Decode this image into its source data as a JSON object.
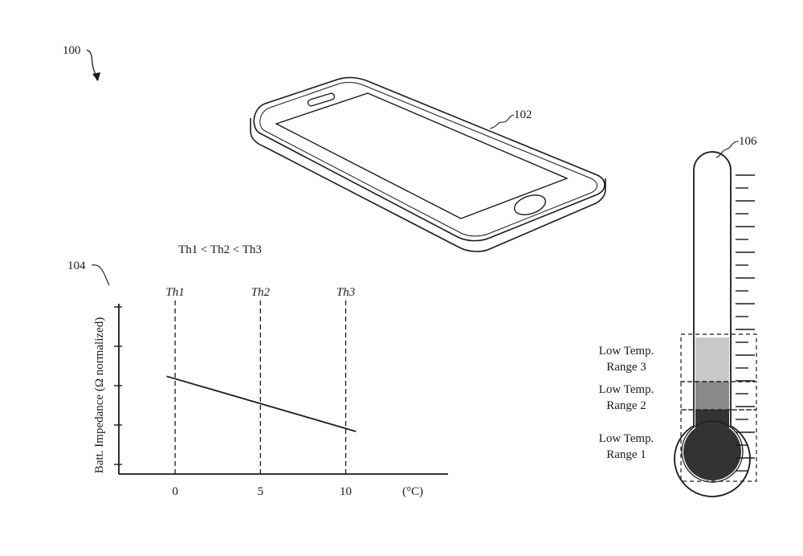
{
  "figure": {
    "refs": {
      "figure": "100",
      "device": "102",
      "graph": "104",
      "thermometer": "106"
    },
    "graph_title": "Th1 < Th2 < Th3"
  },
  "chart_data": {
    "type": "line",
    "title": "Th1 < Th2 < Th3",
    "ylabel": "Batt. Impedance (Ω normalized)",
    "xlabel": "(°C)",
    "xlim": [
      -3.3,
      16
    ],
    "ylim": [
      0,
      1
    ],
    "x_ticks": [
      {
        "value": 0,
        "label": "0"
      },
      {
        "value": 5,
        "label": "5"
      },
      {
        "value": 10,
        "label": "10"
      }
    ],
    "y_tick_count": 5,
    "series": [
      {
        "x": [
          -0.5,
          10.6
        ],
        "y": [
          0.585,
          0.255
        ]
      }
    ],
    "thresholds": [
      {
        "name": "Th1",
        "x": 0
      },
      {
        "name": "Th2",
        "x": 5
      },
      {
        "name": "Th3",
        "x": 10
      }
    ]
  },
  "thermometer": {
    "ranges": [
      {
        "line1": "Low Temp.",
        "line2": "Range 3"
      },
      {
        "line1": "Low Temp.",
        "line2": "Range 2"
      },
      {
        "line1": "Low Temp.",
        "line2": "Range 1"
      }
    ],
    "fill_colors": {
      "range1": "#333333",
      "range2": "#8a8a8a",
      "range3": "#c8c8c8"
    }
  }
}
